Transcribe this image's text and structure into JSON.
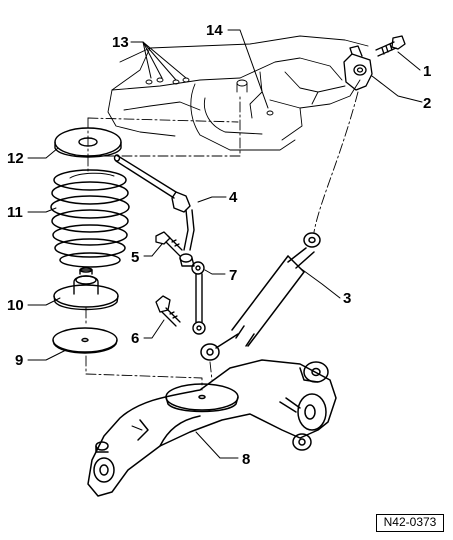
{
  "callouts": {
    "c1": "1",
    "c2": "2",
    "c3": "3",
    "c4": "4",
    "c5": "5",
    "c6": "6",
    "c7": "7",
    "c8": "8",
    "c9": "9",
    "c10": "10",
    "c11": "11",
    "c12": "12",
    "c13": "13",
    "c14": "14"
  },
  "reference_code": "N42-0373"
}
